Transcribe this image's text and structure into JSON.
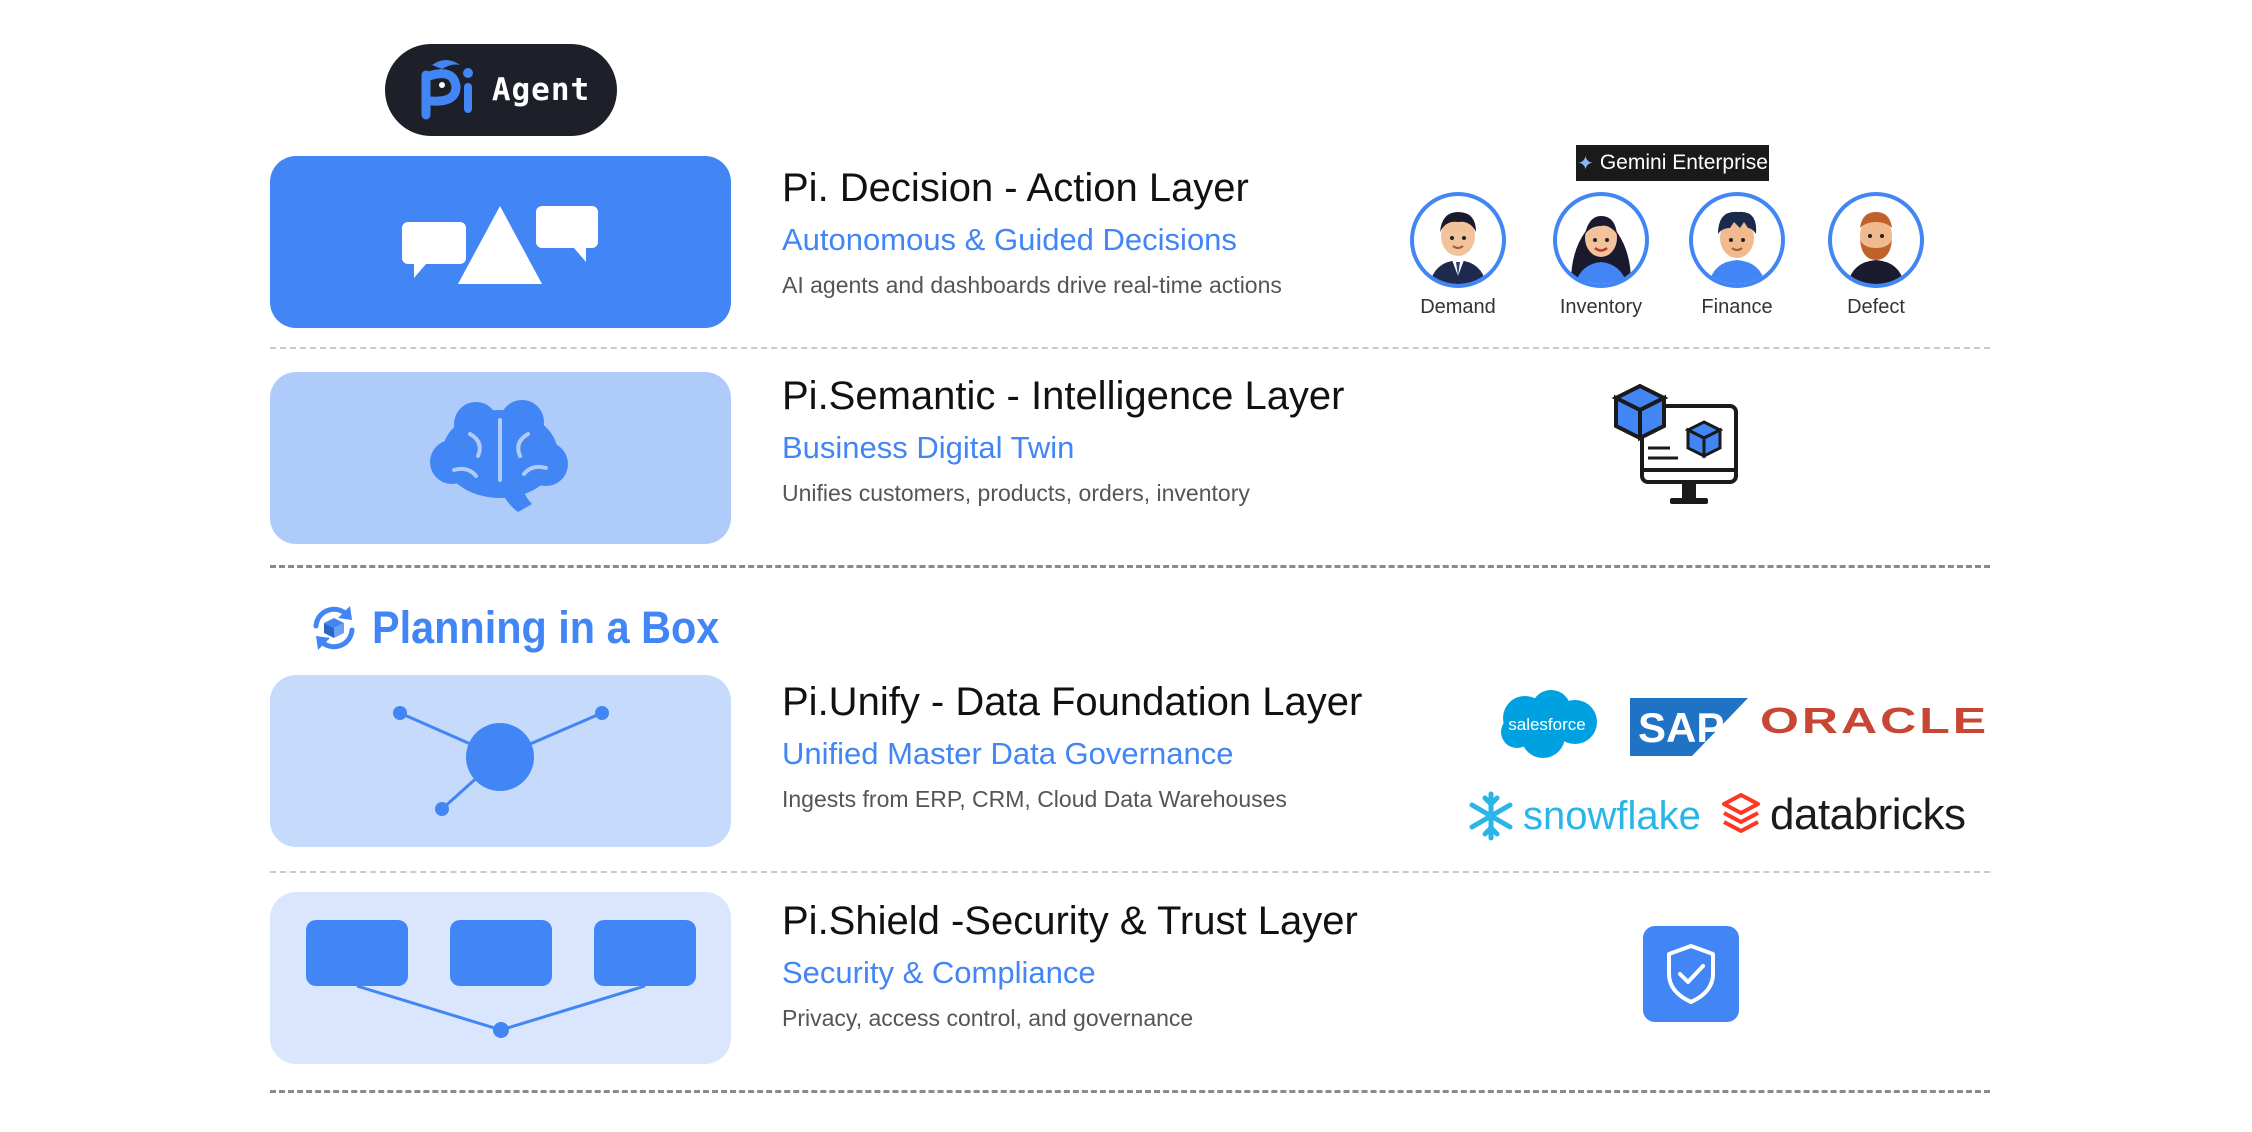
{
  "agent": {
    "label": "Agent",
    "logo_text": "Pi"
  },
  "planning": {
    "label": "Planning in a Box"
  },
  "gemini_badge": {
    "label": "Gemini Enterprise"
  },
  "layers": [
    {
      "title": "Pi. Decision - Action Layer",
      "subtitle": "Autonomous & Guided Decisions",
      "description": "AI agents and dashboards drive real-time actions",
      "icon": "decision-triangle-chat-icon"
    },
    {
      "title": "Pi.Semantic - Intelligence Layer",
      "subtitle": "Business Digital Twin",
      "description": "Unifies customers, products, orders, inventory",
      "icon": "brain-icon"
    },
    {
      "title": "Pi.Unify - Data Foundation Layer",
      "subtitle": "Unified Master Data Governance",
      "description": "Ingests from ERP, CRM, Cloud Data Warehouses",
      "icon": "network-hub-icon"
    },
    {
      "title": "Pi.Shield -Security & Trust Layer",
      "subtitle": "Security & Compliance",
      "description": "Privacy, access control, and governance",
      "icon": "block-tree-icon"
    }
  ],
  "agents": [
    {
      "label": "Demand"
    },
    {
      "label": "Inventory"
    },
    {
      "label": "Finance"
    },
    {
      "label": "Defect"
    }
  ],
  "logos": {
    "salesforce": "salesforce",
    "sap": "SAP",
    "oracle": "ORACLE",
    "snowflake": "snowflake",
    "databricks": "databricks"
  },
  "colors": {
    "accent": "#4285f4",
    "panel_1": "#4285f4",
    "panel_2": "#aecbfa",
    "panel_3": "#c6dafc",
    "panel_4": "#d9e6fd",
    "oracle": "#c74634",
    "salesforce": "#00a1e0",
    "sap": "#1f72c4",
    "snowflake": "#29b5e8",
    "databricks": "#ff3621"
  }
}
